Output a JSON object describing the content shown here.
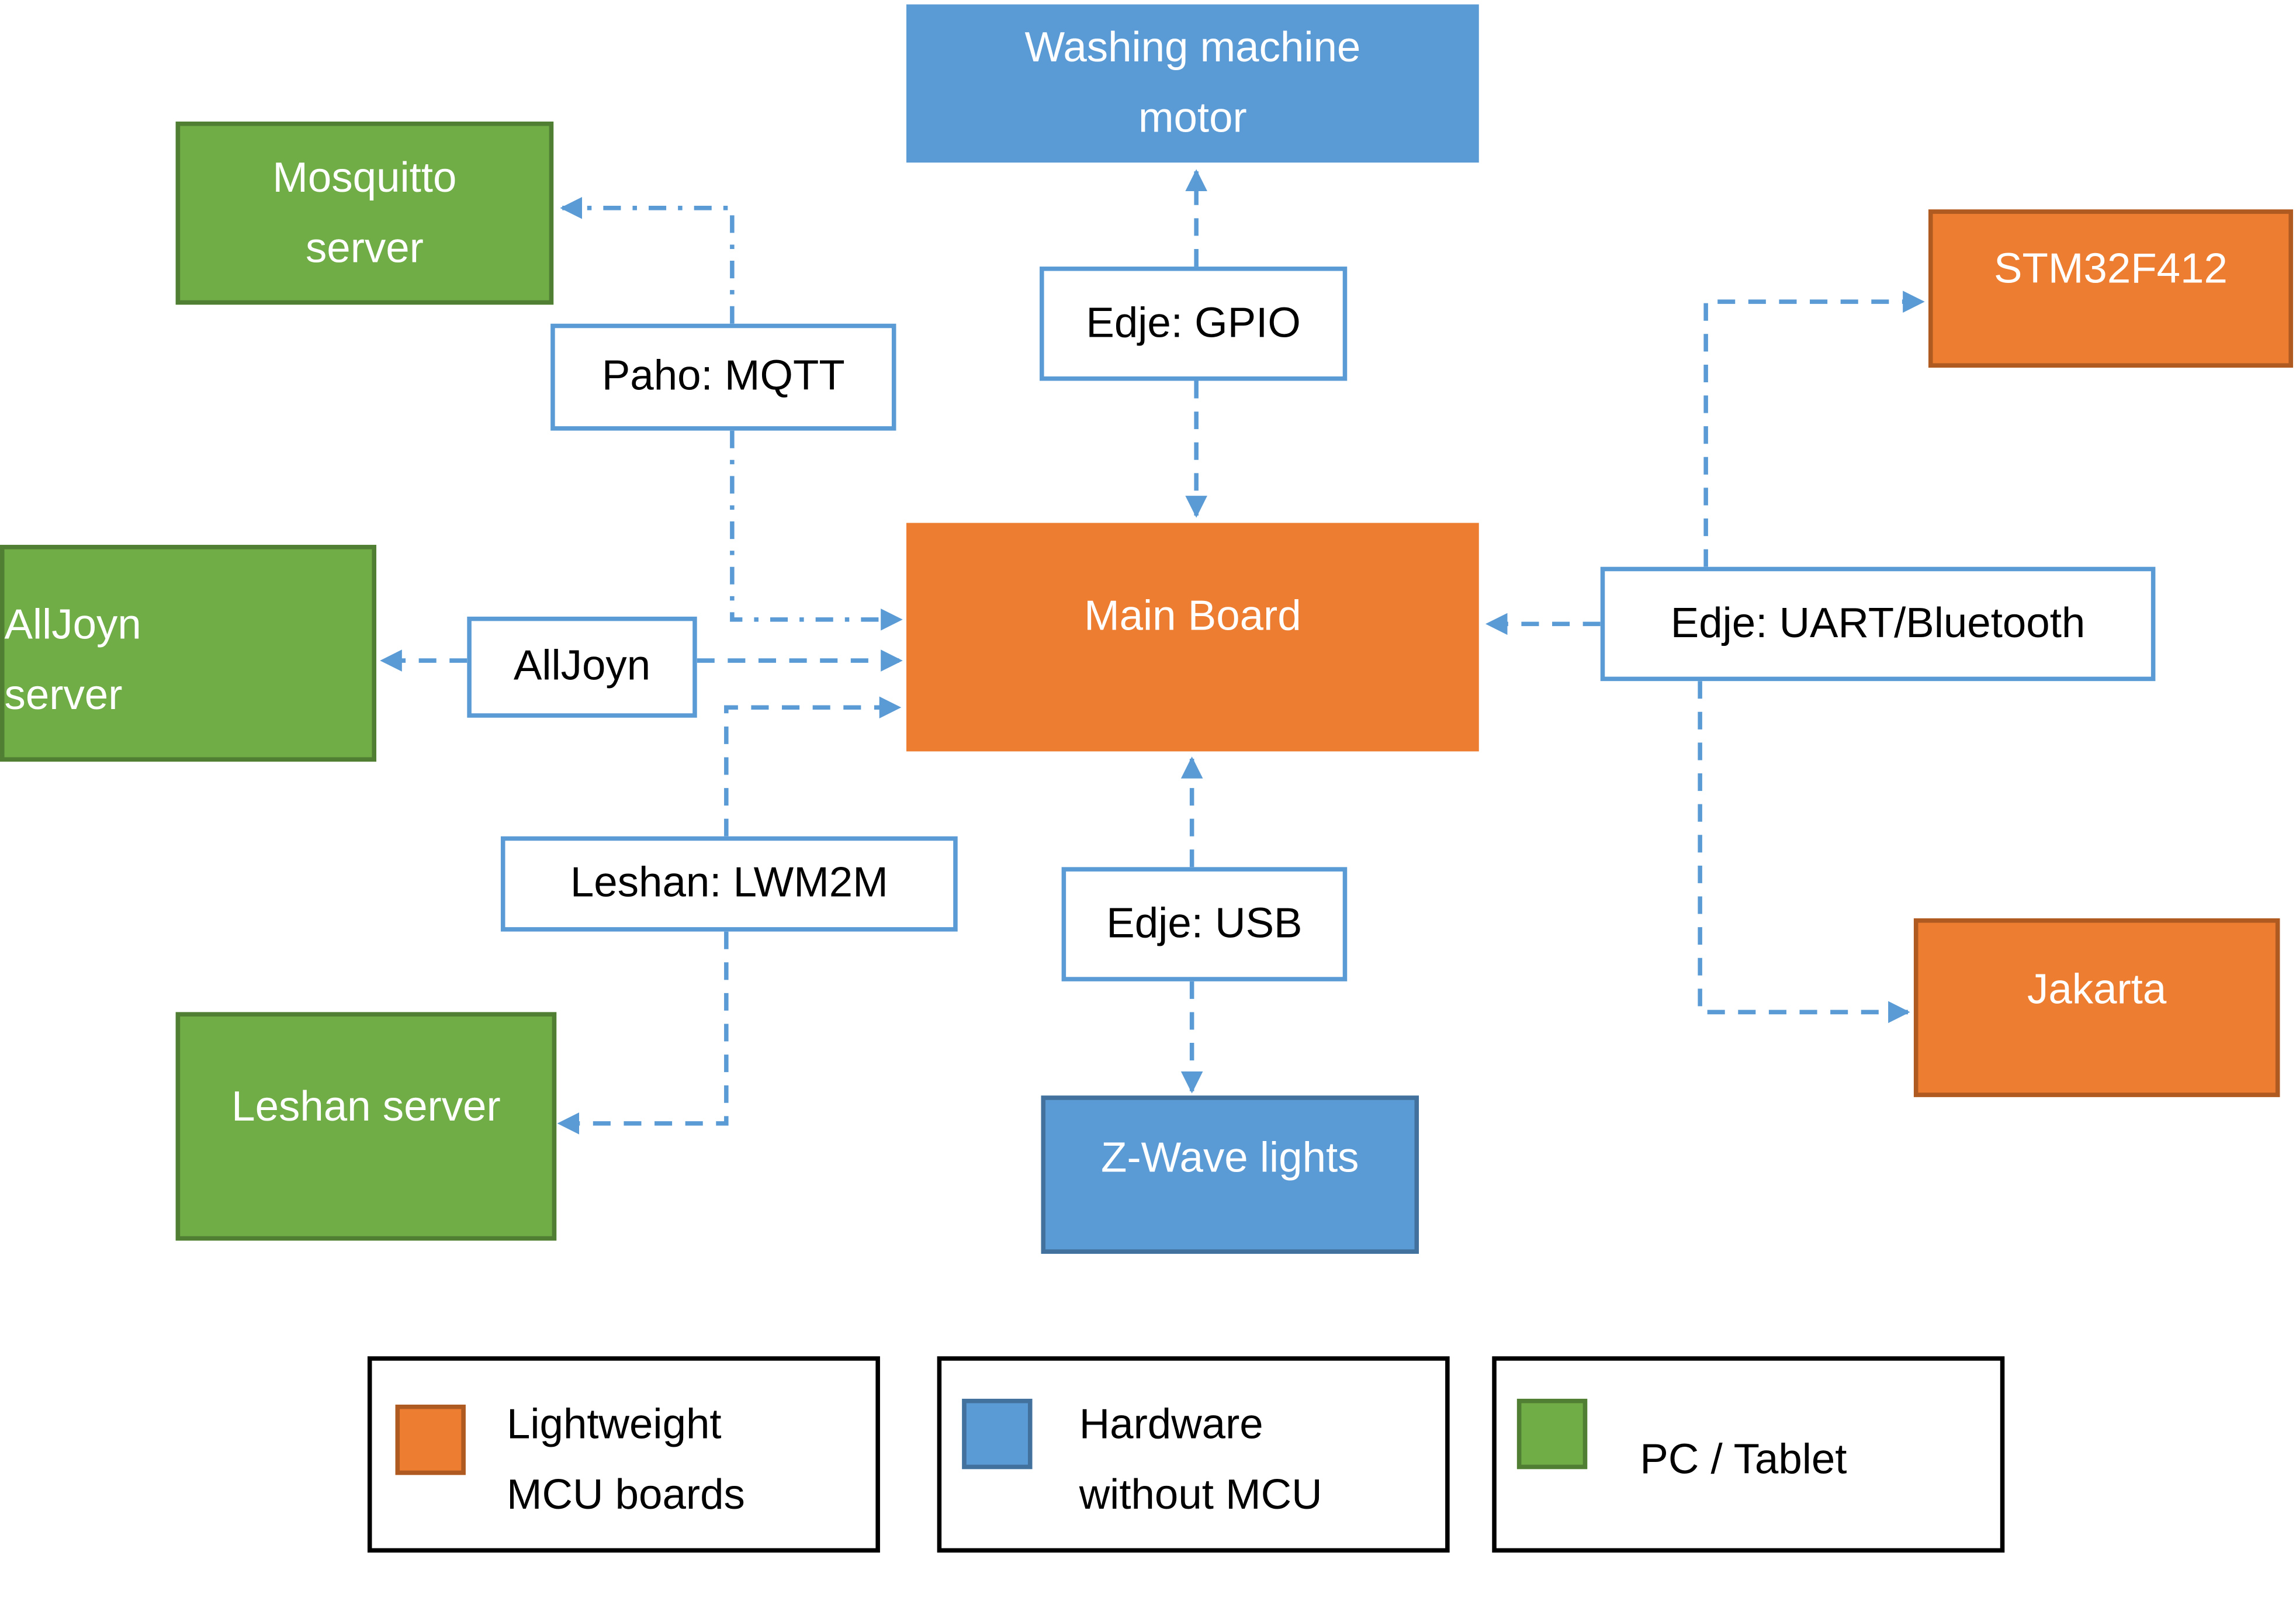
{
  "colors": {
    "mcu_board": "#ED7D31",
    "hardware_no_mcu": "#5B9BD5",
    "pc_tablet": "#70AD47",
    "connector": "#5B9BD5"
  },
  "nodes": {
    "washing_machine_motor": {
      "line1": "Washing machine",
      "line2": "motor",
      "category": "hardware_no_mcu"
    },
    "mosquitto_server": {
      "line1": "Mosquitto",
      "line2": "server",
      "category": "pc_tablet"
    },
    "stm32f412": {
      "label": "STM32F412",
      "category": "mcu_board"
    },
    "alljoyn_server": {
      "line1": "AllJoyn",
      "line2": "server",
      "category": "pc_tablet"
    },
    "main_board": {
      "label": "Main Board",
      "category": "mcu_board"
    },
    "jakarta": {
      "label": "Jakarta",
      "category": "mcu_board"
    },
    "leshan_server": {
      "label": "Leshan server",
      "category": "pc_tablet"
    },
    "zwave_lights": {
      "label": "Z-Wave lights",
      "category": "hardware_no_mcu"
    }
  },
  "connections": {
    "paho_mqtt": {
      "label": "Paho: MQTT",
      "style": "dash-dot",
      "between": [
        "Main Board",
        "Mosquitto server"
      ]
    },
    "edje_gpio": {
      "label": "Edje: GPIO",
      "style": "dashed",
      "between": [
        "Main Board",
        "Washing machine motor"
      ]
    },
    "alljoyn": {
      "label": "AllJoyn",
      "style": "dashed",
      "between": [
        "Main Board",
        "AllJoyn server"
      ]
    },
    "edje_uart_bluetooth": {
      "label": "Edje: UART/Bluetooth",
      "style": "dashed",
      "between": [
        "Main Board",
        "STM32F412",
        "Jakarta"
      ]
    },
    "leshan_lwm2m": {
      "label": "Leshan: LWM2M",
      "style": "dashed",
      "between": [
        "Main Board",
        "Leshan server"
      ]
    },
    "edje_usb": {
      "label": "Edje: USB",
      "style": "dashed",
      "between": [
        "Main Board",
        "Z-Wave lights"
      ]
    }
  },
  "legend": [
    {
      "line1": "Lightweight",
      "line2": "MCU boards",
      "color": "#ED7D31"
    },
    {
      "line1": "Hardware",
      "line2": "without MCU",
      "color": "#5B9BD5"
    },
    {
      "line1": "PC / Tablet",
      "line2": "",
      "color": "#70AD47"
    }
  ]
}
